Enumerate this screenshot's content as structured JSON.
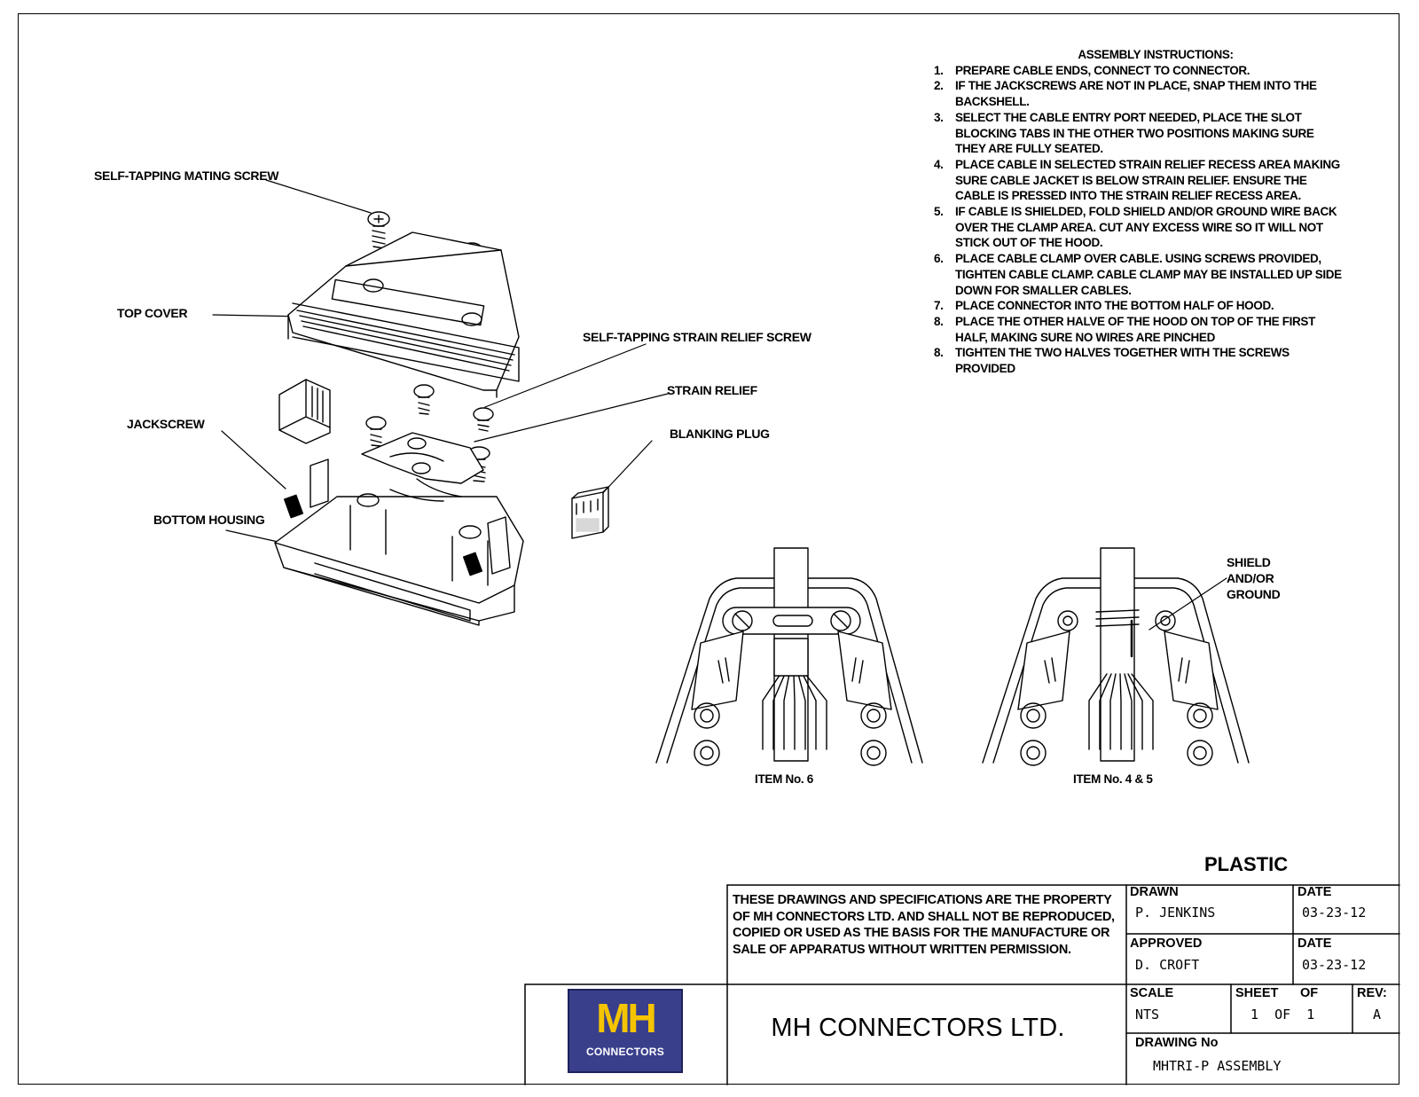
{
  "labels": {
    "self_tapping_mating_screw": "SELF-TAPPING MATING SCREW",
    "top_cover": "TOP COVER",
    "self_tapping_strain_relief_screw": "SELF-TAPPING STRAIN RELIEF SCREW",
    "strain_relief": "STRAIN RELIEF",
    "jackscrew": "JACKSCREW",
    "blanking_plug": "BLANKING PLUG",
    "bottom_housing": "BOTTOM HOUSING",
    "shield_line1": "SHIELD",
    "shield_line2": "AND/OR",
    "shield_line3": "GROUND",
    "item_6": "ITEM No. 6",
    "item_4_5": "ITEM No. 4 & 5"
  },
  "instructions": {
    "title": "ASSEMBLY INSTRUCTIONS:",
    "steps": [
      {
        "num": "1.",
        "text": "PREPARE CABLE ENDS, CONNECT TO CONNECTOR."
      },
      {
        "num": "2.",
        "text": "IF THE JACKSCREWS ARE NOT IN PLACE, SNAP THEM INTO THE BACKSHELL."
      },
      {
        "num": "3.",
        "text": "SELECT THE CABLE ENTRY PORT NEEDED, PLACE THE SLOT BLOCKING TABS IN THE OTHER TWO POSITIONS MAKING SURE THEY ARE FULLY SEATED."
      },
      {
        "num": "4.",
        "text": "PLACE CABLE IN SELECTED STRAIN RELIEF RECESS AREA MAKING SURE CABLE JACKET IS BELOW STRAIN RELIEF.  ENSURE THE CABLE IS PRESSED INTO THE STRAIN RELIEF RECESS AREA."
      },
      {
        "num": "5.",
        "text": "IF CABLE IS SHIELDED, FOLD SHIELD AND/OR GROUND WIRE BACK OVER THE CLAMP AREA.  CUT ANY EXCESS WIRE SO IT WILL NOT STICK OUT OF THE HOOD."
      },
      {
        "num": "6.",
        "text": "PLACE CABLE CLAMP OVER CABLE.  USING SCREWS PROVIDED, TIGHTEN CABLE CLAMP.  CABLE CLAMP MAY BE INSTALLED UP SIDE DOWN FOR SMALLER CABLES."
      },
      {
        "num": "7.",
        "text": "PLACE CONNECTOR INTO THE BOTTOM HALF OF HOOD."
      },
      {
        "num": "8.",
        "text": "PLACE THE OTHER HALVE OF THE HOOD ON TOP OF THE FIRST HALF, MAKING SURE NO WIRES ARE PINCHED"
      },
      {
        "num": "8.",
        "text": "TIGHTEN THE TWO HALVES TOGETHER WITH THE SCREWS PROVIDED"
      }
    ]
  },
  "title_block": {
    "material": "PLASTIC",
    "notice": "THESE DRAWINGS AND SPECIFICATIONS ARE THE PROPERTY OF MH CONNECTORS LTD. AND SHALL NOT BE REPRODUCED, COPIED OR USED AS THE BASIS FOR THE MANUFACTURE OR SALE OF APPARATUS WITHOUT WRITTEN PERMISSION.",
    "drawn_label": "DRAWN",
    "drawn_value": "P. JENKINS",
    "date_label": "DATE",
    "drawn_date": "03-23-12",
    "approved_label": "APPROVED",
    "approved_value": "D. CROFT",
    "approved_date": "03-23-12",
    "scale_label": "SCALE",
    "scale_value": "NTS",
    "sheet_label": "SHEET",
    "of_label": "OF",
    "sheet_value": "1  OF  1",
    "rev_label": "REV:",
    "rev_value": "A",
    "drawing_no_label": "DRAWING No",
    "drawing_no_value": "MHTRI-P ASSEMBLY",
    "company": "MH CONNECTORS LTD.",
    "logo_main": "MH",
    "logo_sub": "CONNECTORS"
  },
  "colors": {
    "logo_bg": "#3a3f8c",
    "logo_text": "#f5c400"
  }
}
